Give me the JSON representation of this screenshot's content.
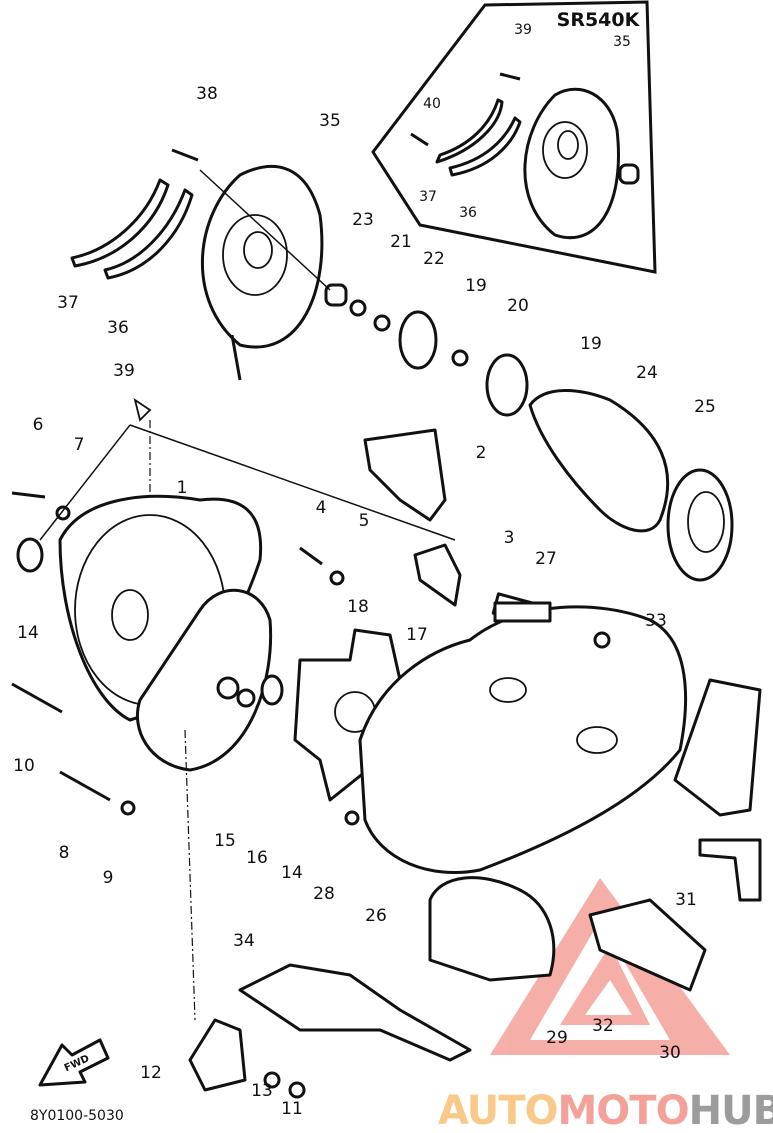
{
  "inset": {
    "title": "SR540K",
    "labels": [
      "39",
      "35",
      "40",
      "37",
      "36"
    ]
  },
  "labels": {
    "p38": "38",
    "p35": "35",
    "p37": "37",
    "p36": "36",
    "p23": "23",
    "p21": "21",
    "p22": "22",
    "p19a": "19",
    "p20": "20",
    "p19b": "19",
    "p24": "24",
    "p25": "25",
    "p39": "39",
    "p6": "6",
    "p7": "7",
    "p1": "1",
    "p2": "2",
    "p4": "4",
    "p5": "5",
    "p3": "3",
    "p27": "27",
    "p18": "18",
    "p17": "17",
    "p33": "33",
    "p14a": "14",
    "p10": "10",
    "p15": "15",
    "p16": "16",
    "p14b": "14",
    "p8": "8",
    "p9": "9",
    "p28": "28",
    "p26": "26",
    "p31": "31",
    "p34": "34",
    "p29": "29",
    "p32": "32",
    "p30": "30",
    "p12": "12",
    "p13": "13",
    "p11": "11"
  },
  "fwd_label": "FWD",
  "diagram_code": "8Y0100-5030",
  "watermark": {
    "part1": "AUTO",
    "part2": "MOTO",
    "part3": "HUB",
    "colors": {
      "auto": "#f9c98a",
      "moto": "#f4a19a",
      "hub": "#9c9c9c",
      "triangle": "#f4a19a"
    }
  }
}
